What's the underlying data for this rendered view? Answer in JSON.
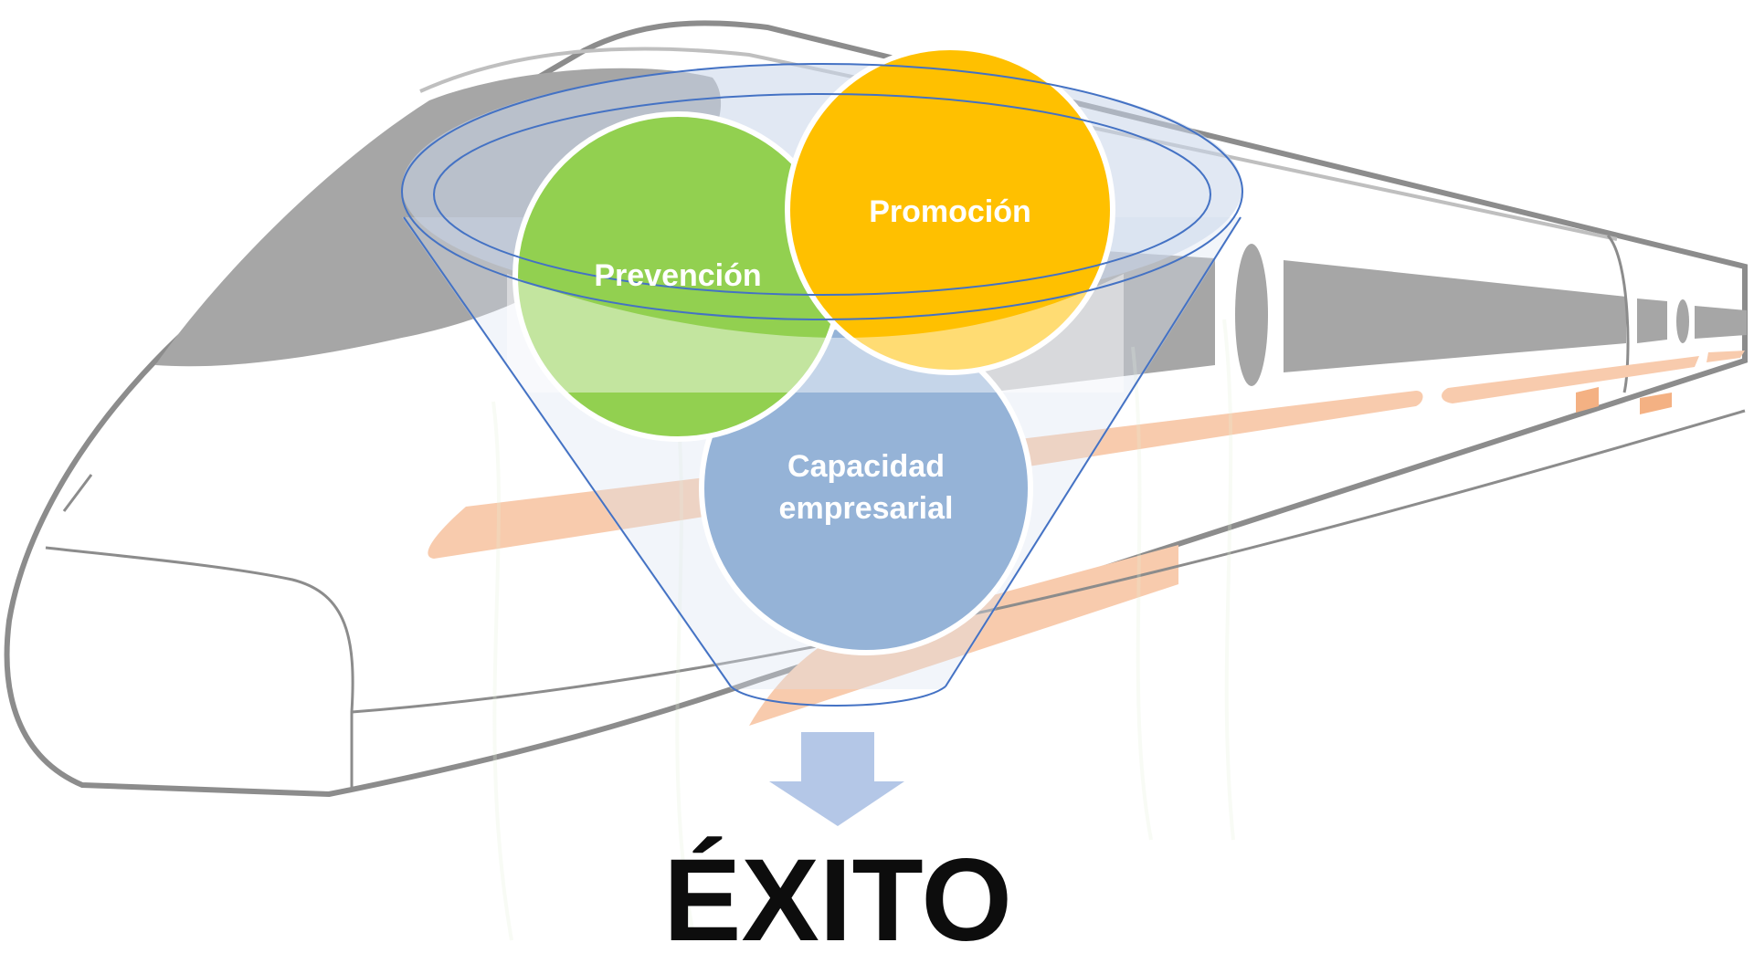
{
  "diagram": {
    "circles": [
      {
        "id": "prevencion",
        "label_lines": [
          "Prevención"
        ],
        "color": "#92d050"
      },
      {
        "id": "promocion",
        "label_lines": [
          "Promoción"
        ],
        "color": "#ffc000"
      },
      {
        "id": "capacidad",
        "label_lines": [
          "Capacidad",
          "empresarial"
        ],
        "color": "#95b3d7"
      }
    ],
    "funnel_color": "#4472c4",
    "arrow_color": "#b4c7e7",
    "result": "ÉXITO",
    "background": {
      "subject": "high-speed-train",
      "body_color": "#ffffff",
      "outline_color": "#7f7f7f",
      "window_color": "#a6a6a6",
      "stripe_color": "#f8cbad"
    }
  }
}
